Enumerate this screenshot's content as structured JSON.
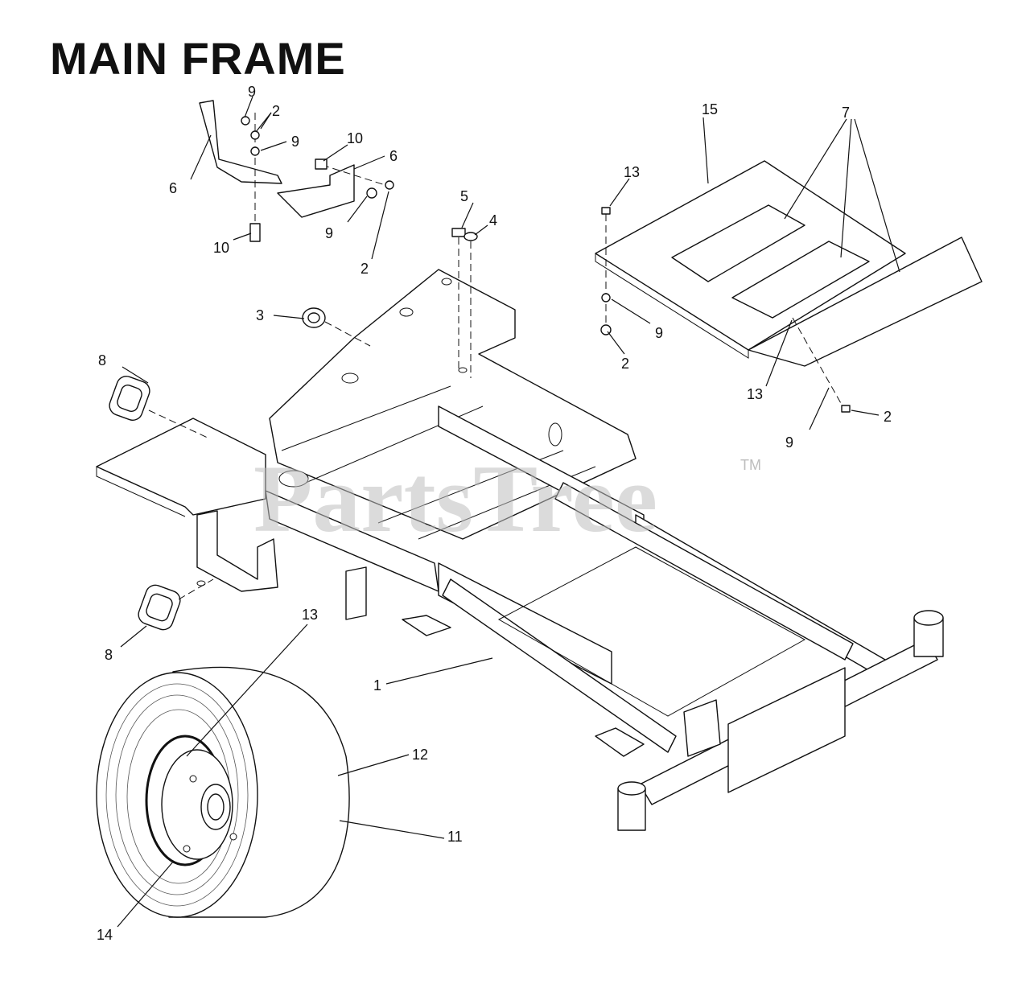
{
  "title": "MAIN FRAME",
  "watermark": {
    "text": "PartsTree",
    "mark": "TM"
  },
  "callouts": [
    {
      "id": "c1",
      "label": "1"
    },
    {
      "id": "c2a",
      "label": "2"
    },
    {
      "id": "c2b",
      "label": "2"
    },
    {
      "id": "c2c",
      "label": "2"
    },
    {
      "id": "c2d",
      "label": "2"
    },
    {
      "id": "c3",
      "label": "3"
    },
    {
      "id": "c4",
      "label": "4"
    },
    {
      "id": "c5",
      "label": "5"
    },
    {
      "id": "c6a",
      "label": "6"
    },
    {
      "id": "c6b",
      "label": "6"
    },
    {
      "id": "c7",
      "label": "7"
    },
    {
      "id": "c8a",
      "label": "8"
    },
    {
      "id": "c8b",
      "label": "8"
    },
    {
      "id": "c9a",
      "label": "9"
    },
    {
      "id": "c9b",
      "label": "9"
    },
    {
      "id": "c9c",
      "label": "9"
    },
    {
      "id": "c9d",
      "label": "9"
    },
    {
      "id": "c9e",
      "label": "9"
    },
    {
      "id": "c10a",
      "label": "10"
    },
    {
      "id": "c10b",
      "label": "10"
    },
    {
      "id": "c11",
      "label": "11"
    },
    {
      "id": "c12",
      "label": "12"
    },
    {
      "id": "c13a",
      "label": "13"
    },
    {
      "id": "c13b",
      "label": "13"
    },
    {
      "id": "c13c",
      "label": "13"
    },
    {
      "id": "c14",
      "label": "14"
    },
    {
      "id": "c15",
      "label": "15"
    }
  ]
}
